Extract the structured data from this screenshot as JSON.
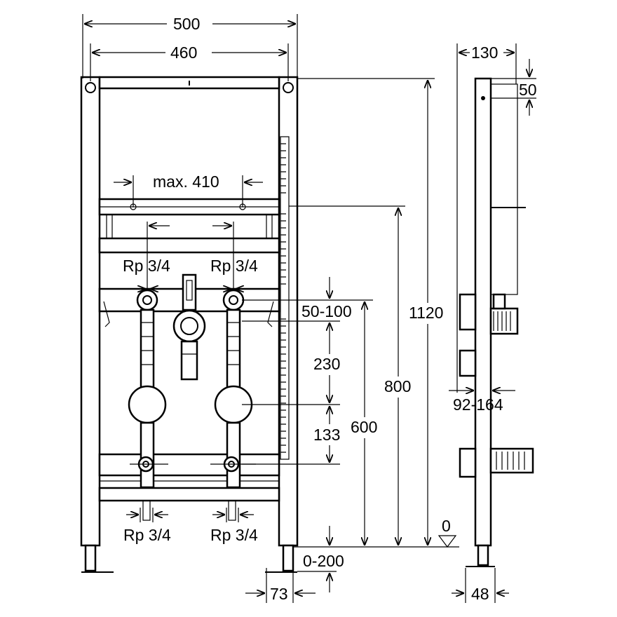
{
  "drawing": {
    "front_view": {
      "width_overall": "500",
      "width_inner": "460",
      "max_width": "max. 410",
      "connections": {
        "top_left": "Rp 3/4",
        "top_right": "Rp 3/4",
        "bottom_left": "Rp 3/4",
        "bottom_right": "Rp 3/4"
      },
      "dim_50_100": "50-100",
      "dim_230": "230",
      "dim_133": "133",
      "dim_600": "600",
      "dim_800": "800",
      "dim_1120": "1120",
      "dim_0_200": "0-200",
      "dim_73": "73",
      "floor_level": "0"
    },
    "side_view": {
      "depth": "130",
      "top_offset": "50",
      "wall_range": "92-164",
      "foot_width": "48"
    }
  }
}
